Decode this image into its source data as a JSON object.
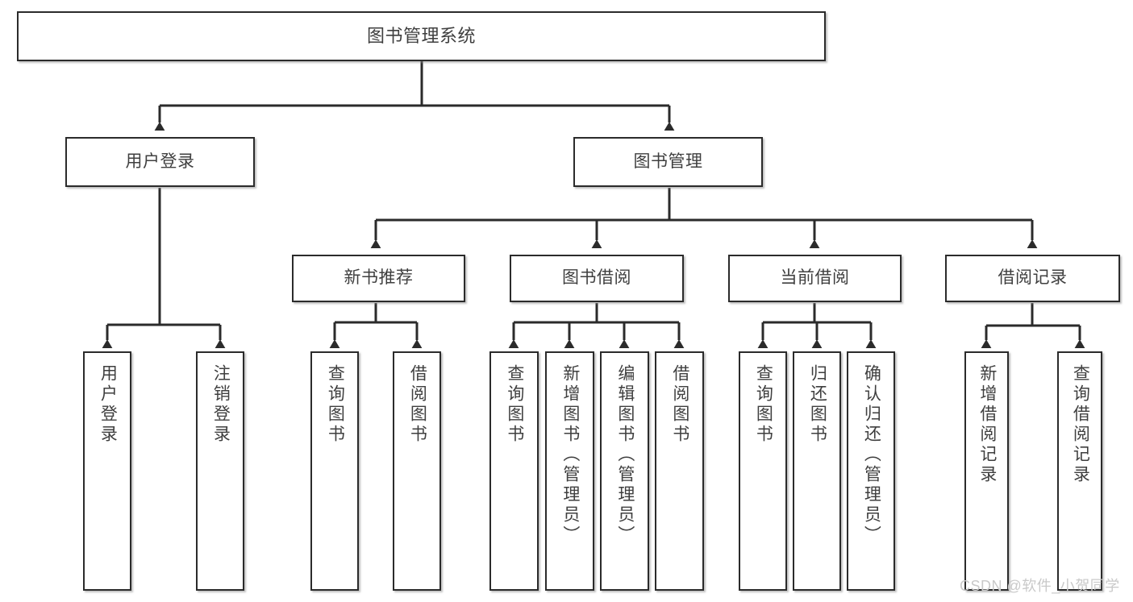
{
  "diagram": {
    "type": "tree",
    "title": "图书管理系统",
    "watermark": "CSDN @软件_小贺同学",
    "colors": {
      "box_border": "#2b2b2b",
      "box_fill": "#ffffff",
      "connector": "#2b2b2b",
      "text": "#3f3f3f",
      "watermark": "#c9c9c9"
    },
    "nodes": {
      "root": {
        "label": "图书管理系统"
      },
      "level2": [
        {
          "label": "用户登录"
        },
        {
          "label": "图书管理"
        }
      ],
      "level3": [
        {
          "label": "新书推荐"
        },
        {
          "label": "图书借阅"
        },
        {
          "label": "当前借阅"
        },
        {
          "label": "借阅记录"
        }
      ],
      "leaves_user_login": [
        {
          "label": "用户登录"
        },
        {
          "label": "注销登录"
        }
      ],
      "leaves_new_book": [
        {
          "label": "查询图书"
        },
        {
          "label": "借阅图书"
        }
      ],
      "leaves_book_borrow": [
        {
          "label": "查询图书"
        },
        {
          "label": "新增图书（管理员）"
        },
        {
          "label": "编辑图书（管理员）"
        },
        {
          "label": "借阅图书"
        }
      ],
      "leaves_current_borrow": [
        {
          "label": "查询图书"
        },
        {
          "label": "归还图书"
        },
        {
          "label": "确认归还（管理员）"
        }
      ],
      "leaves_borrow_record": [
        {
          "label": "新增借阅记录"
        },
        {
          "label": "查询借阅记录"
        }
      ]
    }
  }
}
